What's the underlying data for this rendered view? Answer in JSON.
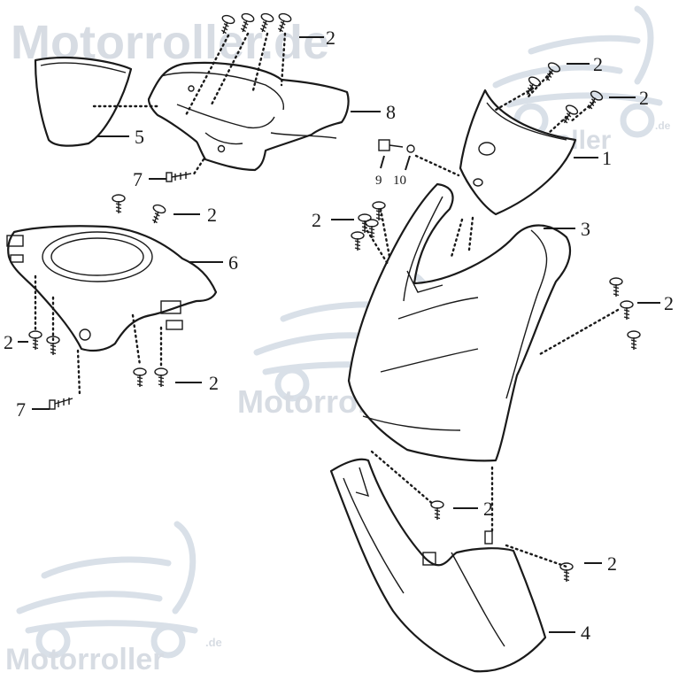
{
  "watermark": {
    "brand": "Motorroller",
    "domain_suffix": ".de",
    "brand_with_domain": "Motorroller.de",
    "color": "#c9d3de"
  },
  "callouts": [
    {
      "id": "1",
      "label": "1"
    },
    {
      "id": "2",
      "label": "2"
    },
    {
      "id": "3",
      "label": "3"
    },
    {
      "id": "4",
      "label": "4"
    },
    {
      "id": "5",
      "label": "5"
    },
    {
      "id": "6",
      "label": "6"
    },
    {
      "id": "7",
      "label": "7"
    },
    {
      "id": "8",
      "label": "8"
    },
    {
      "id": "9",
      "label": "9"
    },
    {
      "id": "10",
      "label": "10"
    }
  ],
  "colors": {
    "line": "#1a1a1a",
    "background": "#ffffff"
  }
}
